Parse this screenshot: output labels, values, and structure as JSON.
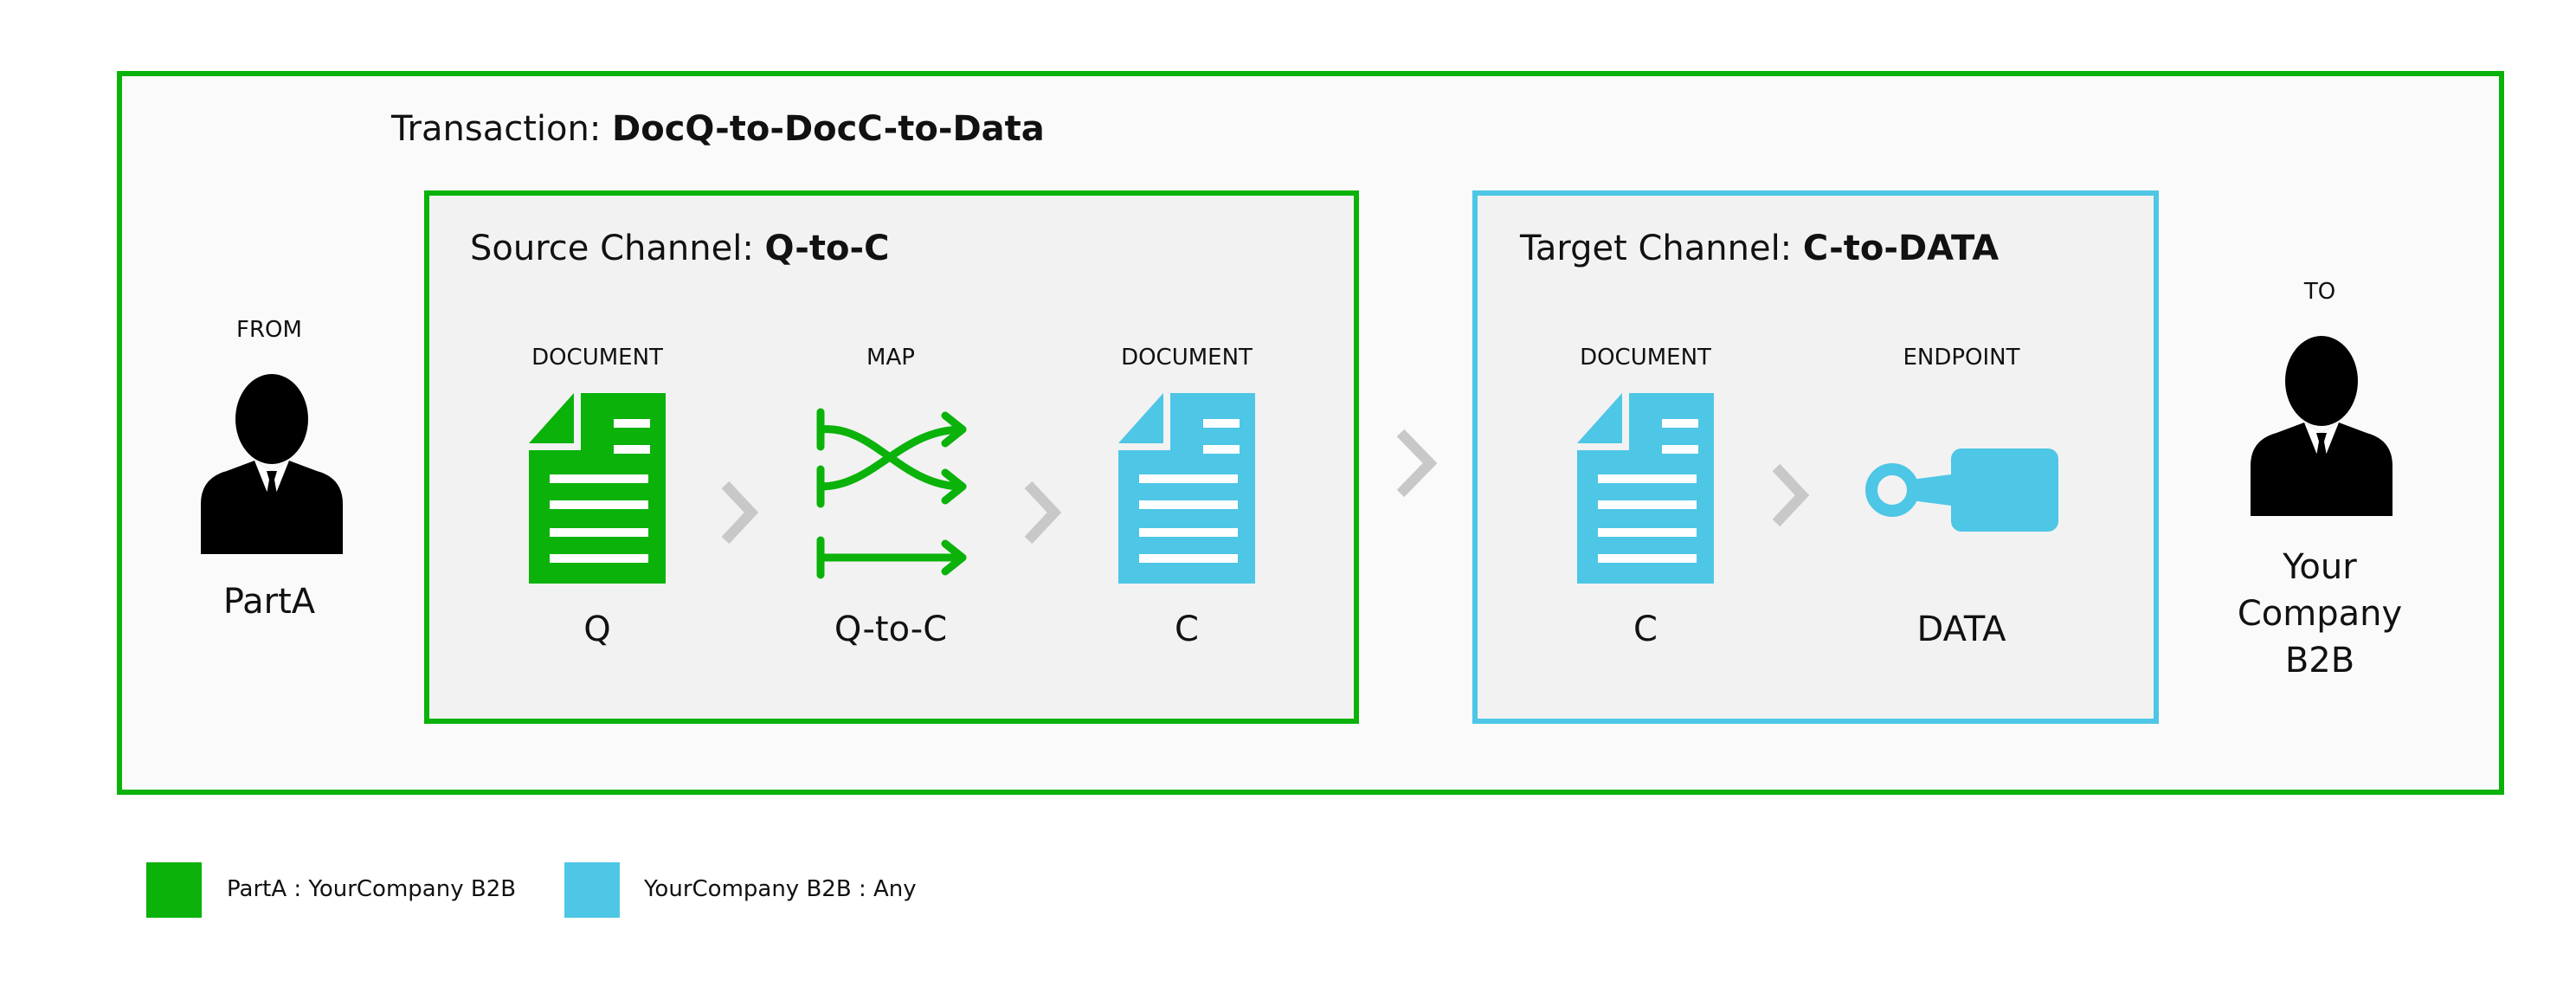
{
  "colors": {
    "green": "#0ab20a",
    "blue": "#4ec6e6",
    "chevron": "#c8c8c8",
    "person": "#000000"
  },
  "transaction": {
    "prefix": "Transaction: ",
    "name": "DocQ-to-DocC-to-Data"
  },
  "from": {
    "caption": "FROM",
    "name": "PartA",
    "icon": "person-icon"
  },
  "to": {
    "caption": "TO",
    "name_lines": [
      "Your",
      "Company",
      "B2B"
    ],
    "icon": "person-icon"
  },
  "source_channel": {
    "prefix": "Source Channel: ",
    "name": "Q-to-C",
    "items": [
      {
        "caption": "DOCUMENT",
        "label": "Q",
        "icon": "document-icon"
      },
      {
        "caption": "MAP",
        "label": "Q-to-C",
        "icon": "map-icon"
      },
      {
        "caption": "DOCUMENT",
        "label": "C",
        "icon": "document-icon"
      }
    ]
  },
  "target_channel": {
    "prefix": "Target Channel: ",
    "name": "C-to-DATA",
    "items": [
      {
        "caption": "DOCUMENT",
        "label": "C",
        "icon": "document-icon"
      },
      {
        "caption": "ENDPOINT",
        "label": "DATA",
        "icon": "endpoint-icon"
      }
    ]
  },
  "legend": [
    {
      "label": "PartA : YourCompany B2B",
      "color": "#0ab20a"
    },
    {
      "label": "YourCompany B2B : Any",
      "color": "#4ec6e6"
    }
  ]
}
